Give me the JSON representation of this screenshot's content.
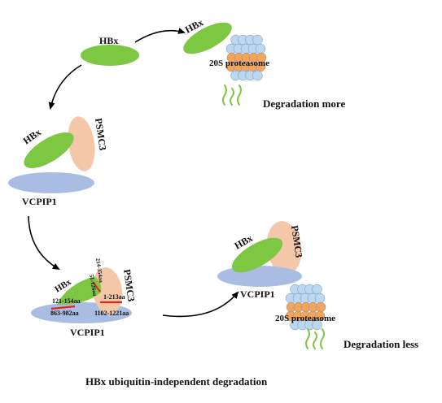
{
  "labels": {
    "hbx": "HBx",
    "psmc3": "PSMC3",
    "vcpip1": "VCPIP1",
    "proteasome": "20S proteasome",
    "degradation_more": "Degradation more",
    "degradation_less": "Degradation less",
    "title": "HBx ubiquitin-independent degradation"
  },
  "domains": {
    "hbx_region": "121-154aa",
    "psmc3_to_hbx": "214-354aa",
    "hbx_to_psmc3": "51-126aa",
    "psmc3_region": "1-213aa",
    "vcpip1_left": "863-982aa",
    "vcpip1_right": "1102-1221aa"
  },
  "colors": {
    "hbx": "#7dc743",
    "psmc3": "#f5c7a9",
    "vcpip1": "#a9bde3",
    "proteasome_blue": "#bcd7ee",
    "proteasome_orange": "#f5a55a",
    "peptide": "#7dc743",
    "domain_line": "#e0261b",
    "arrow": "#000000"
  }
}
